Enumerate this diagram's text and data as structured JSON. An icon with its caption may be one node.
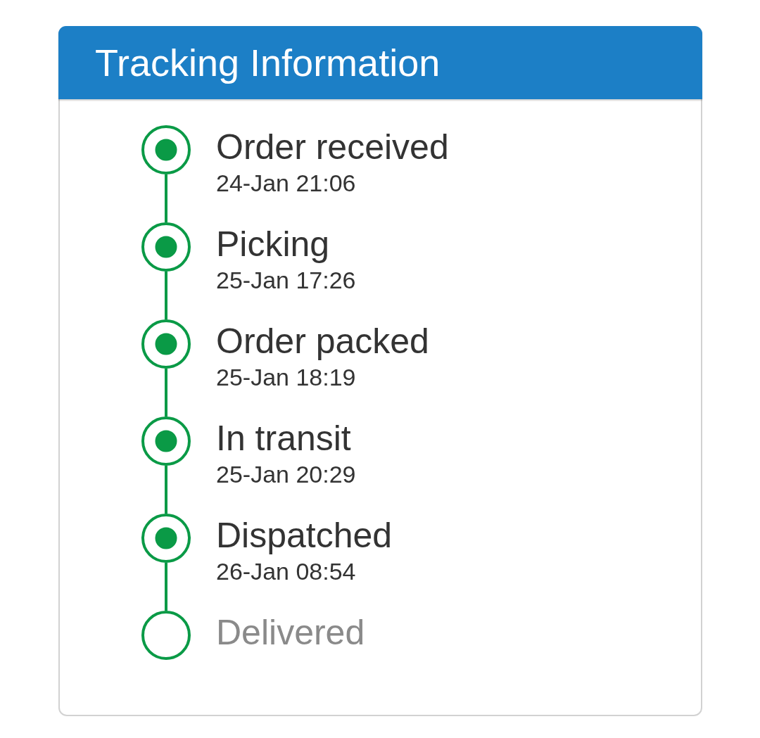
{
  "diagram": {
    "nodes": [
      {
        "text": [
          "Tracking Information"
        ]
      },
      {
        "text": [
          "Order received",
          "24-Jan 21:06"
        ],
        "in": 0
      },
      {
        "text": [
          "Picking",
          "25-Jan 17:26"
        ],
        "in": 0
      },
      {
        "text": [
          "Order packed",
          "25-Jan 18:19"
        ],
        "in": 0
      },
      {
        "text": [
          "In transit",
          "25-Jan 20:29"
        ],
        "in": 0
      },
      {
        "text": [
          "Dispatched",
          "26-Jan 08:54"
        ],
        "in": 0
      },
      {
        "text": [
          "Delivered"
        ],
        "in": 0
      }
    ],
    "edges": [
      {
        "from": 1,
        "to": 2,
        "arrow": "none"
      },
      {
        "from": 2,
        "to": 3,
        "arrow": "none"
      },
      {
        "from": 3,
        "to": 4,
        "arrow": "none"
      },
      {
        "from": 4,
        "to": 5,
        "arrow": "none"
      },
      {
        "from": 5,
        "to": 6,
        "arrow": "none"
      }
    ]
  }
}
